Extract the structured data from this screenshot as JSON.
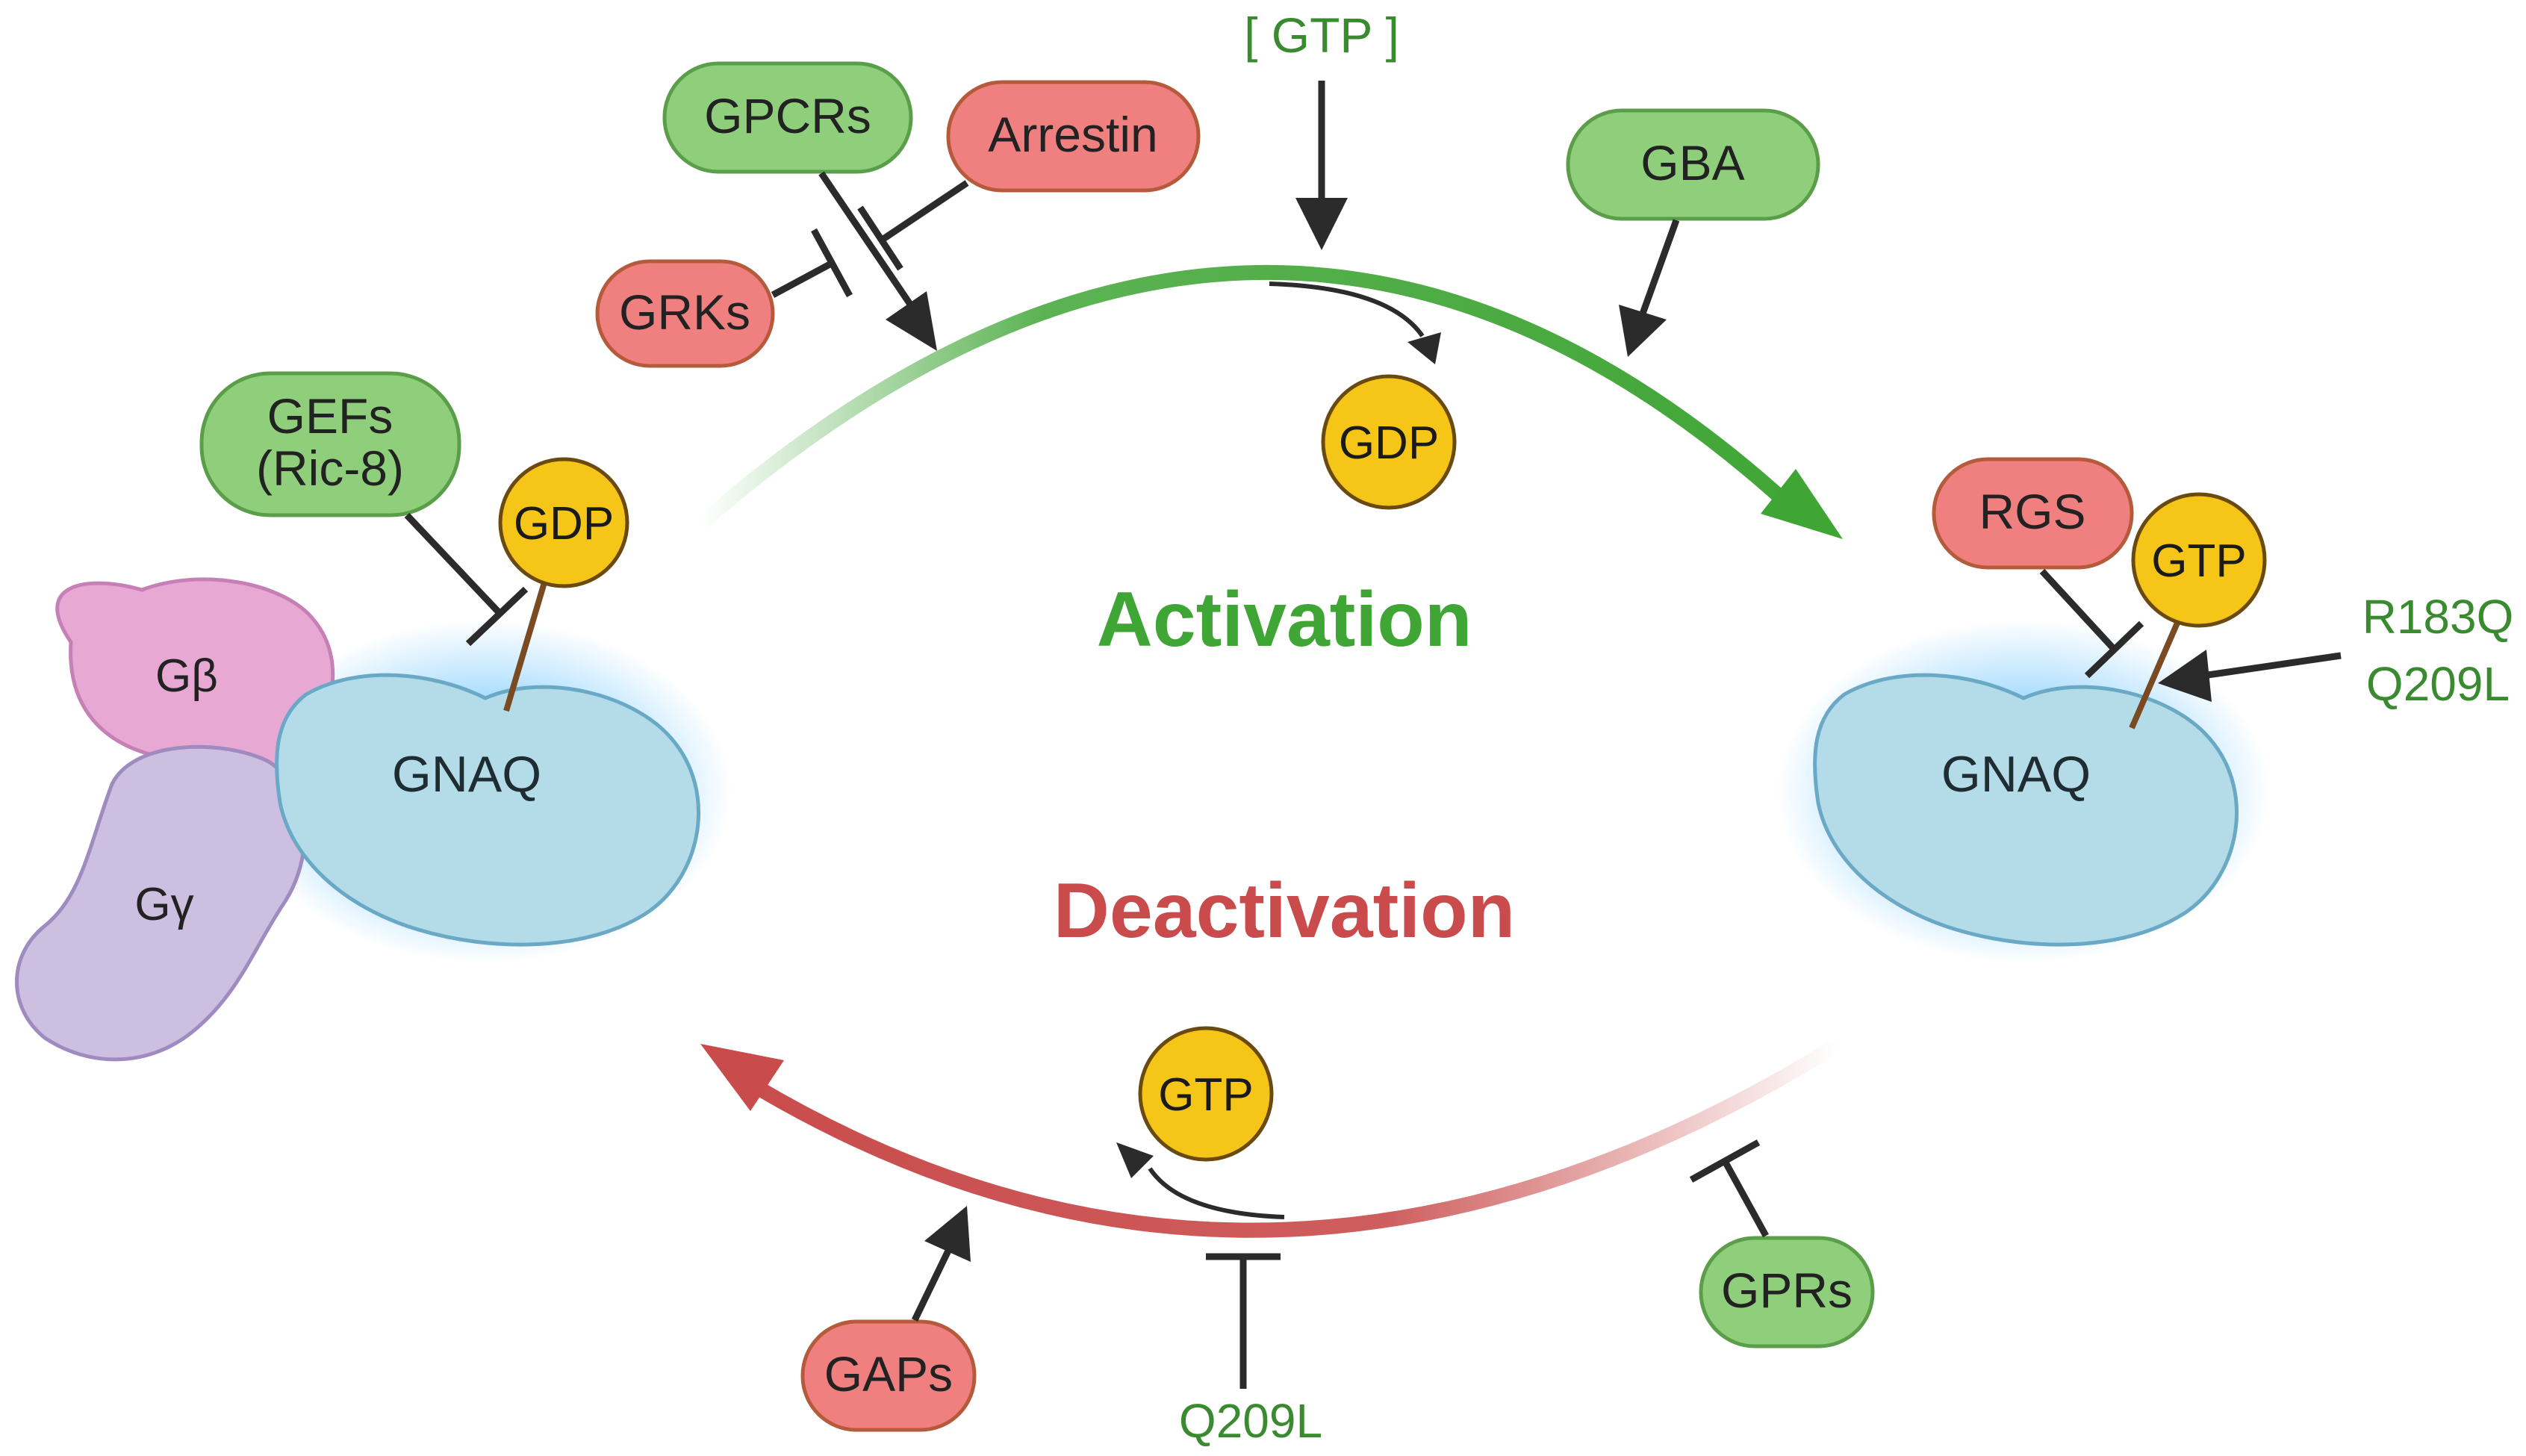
{
  "colors": {
    "activator_fill": "#8fcf7b",
    "activator_stroke": "#5b9e49",
    "inhibitor_fill": "#f08080",
    "inhibitor_stroke": "#b65a3c",
    "nucleotide_fill": "#f5c518",
    "nucleotide_stroke": "#6b4a10",
    "gnaq_fill": "#b3dbe8",
    "gbeta_fill": "#e8a8d4",
    "ggamma_fill": "#cdbfe0",
    "activation_green": "#3fa535",
    "deactivation_red": "#c94b4b",
    "mutation_green": "#3a8a30",
    "arrow_dark": "#2b2b2b"
  },
  "labels": {
    "gtp_top": "[ GTP ]",
    "gpcrs": "GPCRs",
    "arrestin": "Arrestin",
    "grks": "GRKs",
    "gba": "GBA",
    "gefs_line1": "GEFs",
    "gefs_line2": "(Ric-8)",
    "gdp_released": "GDP",
    "gdp_bound": "GDP",
    "activation": "Activation",
    "deactivation": "Deactivation",
    "rgs": "RGS",
    "gtp_bound": "GTP",
    "mutation_r183q": "R183Q",
    "mutation_q209l_right": "Q209L",
    "gnaq_left": "GNAQ",
    "gnaq_right": "GNAQ",
    "gbeta": "Gβ",
    "ggamma": "Gγ",
    "gtp_released": "GTP",
    "gaps": "GAPs",
    "q209l_bottom": "Q209L",
    "gprs": "GPRs"
  }
}
